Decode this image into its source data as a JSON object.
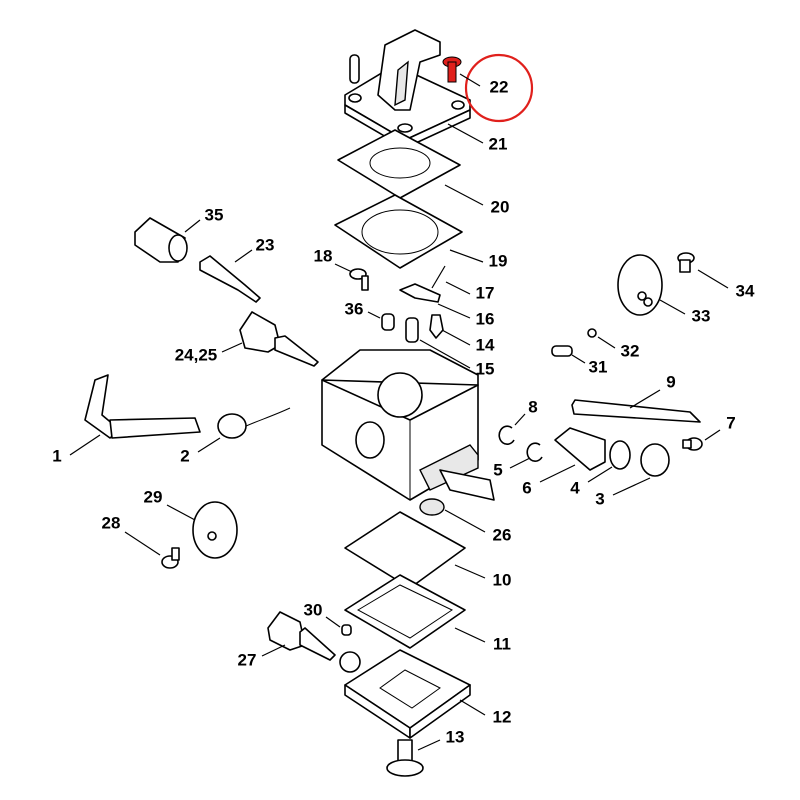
{
  "labels": [
    "22",
    "21",
    "20",
    "19",
    "35",
    "23",
    "18",
    "17",
    "16",
    "36",
    "14",
    "15",
    "24,25",
    "34",
    "33",
    "32",
    "31",
    "9",
    "8",
    "7",
    "1",
    "2",
    "5",
    "6",
    "4",
    "3",
    "29",
    "28",
    "26",
    "10",
    "30",
    "11",
    "27",
    "12",
    "13"
  ],
  "highlight": {
    "part": "22",
    "color": "#e0201c"
  }
}
